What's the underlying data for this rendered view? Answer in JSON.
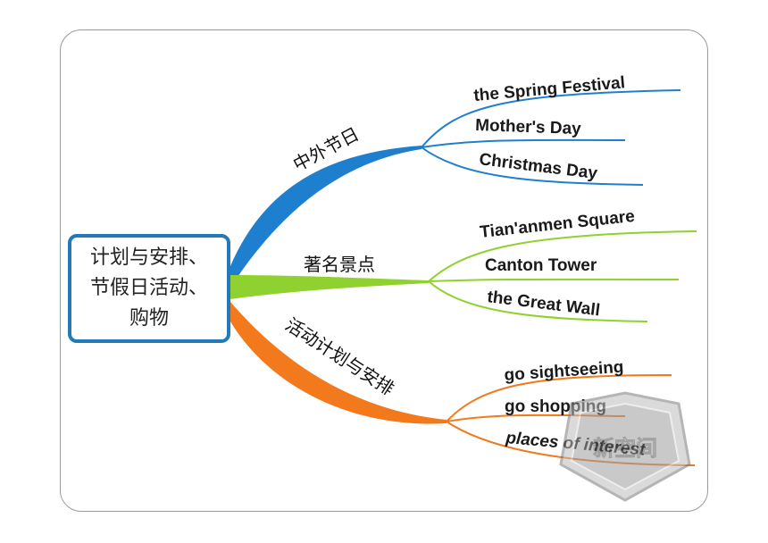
{
  "root": {
    "label": "计划与安排、\n节假日活动、\n购物"
  },
  "branches": [
    {
      "label": "中外节日",
      "color": "#1f7fcf",
      "leaves": [
        "the Spring Festival",
        "Mother's Day",
        "Christmas Day"
      ]
    },
    {
      "label": "著名景点",
      "color": "#8fd12e",
      "leaves": [
        "Tian'anmen Square",
        "Canton Tower",
        "the Great Wall"
      ]
    },
    {
      "label": "活动计划与安排",
      "color": "#f27a1c",
      "leaves": [
        "go sightseeing",
        "go shopping",
        "places of interest"
      ]
    }
  ],
  "watermark": {
    "label": "新空间",
    "color": "#8c8c8c"
  }
}
